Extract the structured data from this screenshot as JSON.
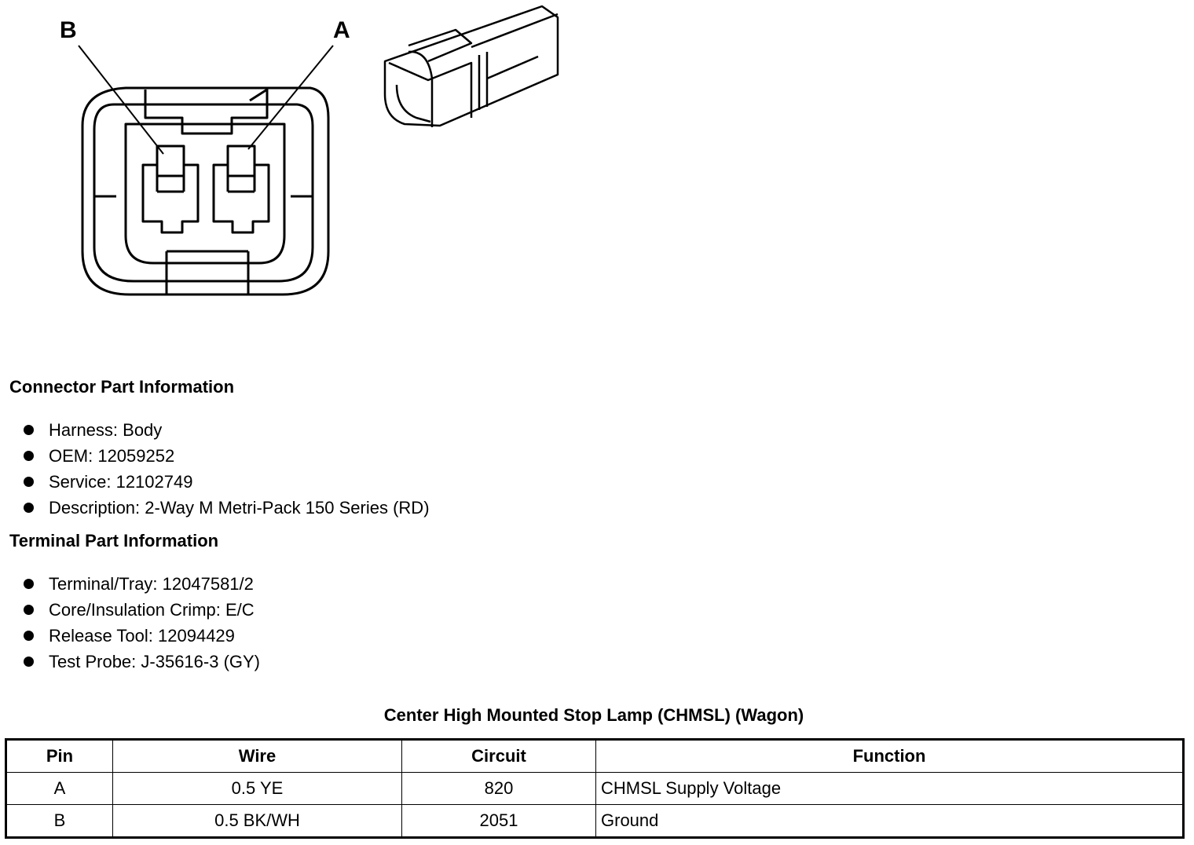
{
  "figure": {
    "label_b": "B",
    "label_a": "A"
  },
  "connector_info": {
    "heading": "Connector Part Information",
    "items": [
      "Harness: Body",
      "OEM: 12059252",
      "Service: 12102749",
      "Description: 2-Way M Metri-Pack 150 Series (RD)"
    ]
  },
  "terminal_info": {
    "heading": "Terminal Part Information",
    "items": [
      "Terminal/Tray: 12047581/2",
      "Core/Insulation Crimp: E/C",
      "Release Tool: 12094429",
      "Test Probe: J-35616-3 (GY)"
    ]
  },
  "table": {
    "title": "Center High Mounted Stop Lamp (CHMSL) (Wagon)",
    "headers": [
      "Pin",
      "Wire",
      "Circuit",
      "Function"
    ],
    "rows": [
      [
        "A",
        "0.5 YE",
        "820",
        "CHMSL Supply Voltage"
      ],
      [
        "B",
        "0.5 BK/WH",
        "2051",
        "Ground"
      ]
    ]
  }
}
